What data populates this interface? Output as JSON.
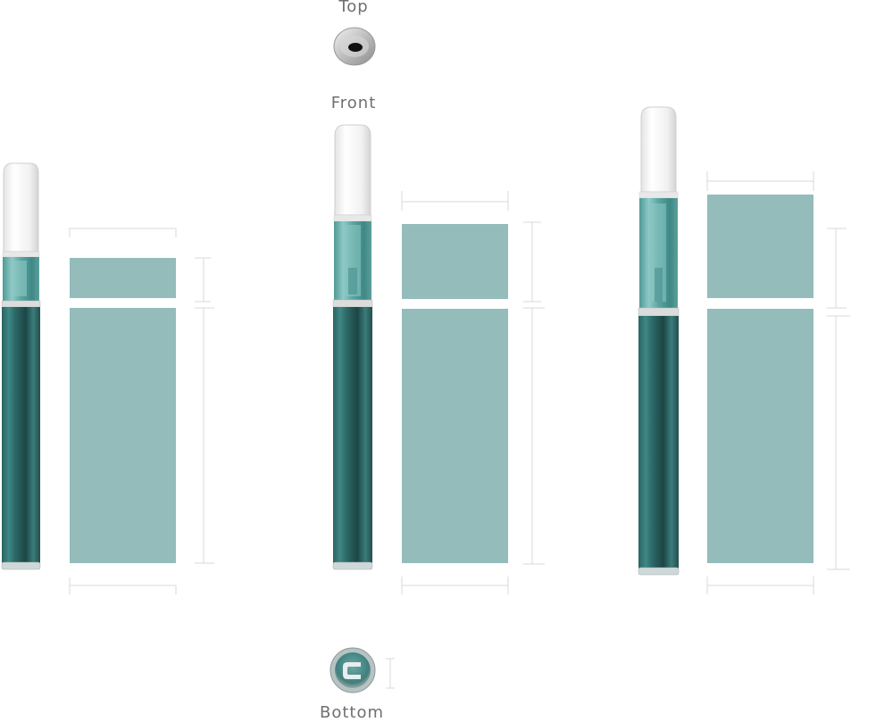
{
  "labels": {
    "top": "Top",
    "front": "Front",
    "bottom": "Bottom"
  },
  "colors": {
    "panel_fill": "#94bcbb",
    "battery_body": "#2f6f6d",
    "battery_dark": "#1f4c4b",
    "tank_tint": "#6fb0ad",
    "mouthpiece": "#f3f3f3",
    "dimension_line": "#d9d9d9",
    "label_text": "#707070"
  },
  "icons": {
    "top_view": "mouthpiece-top-icon",
    "bottom_view": "c-logo-bottom-cap-icon"
  }
}
